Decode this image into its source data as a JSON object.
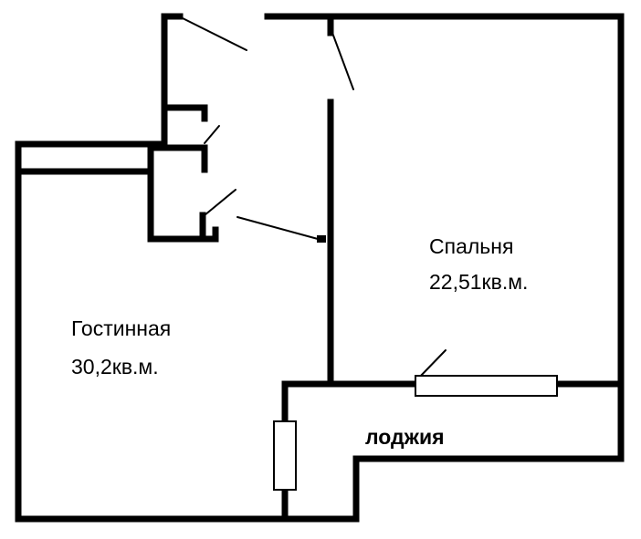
{
  "rooms": {
    "bedroom": {
      "name": "Спальня",
      "area": "22,51кв.м."
    },
    "living_room": {
      "name": "Гостинная",
      "area": "30,2кв.м."
    },
    "loggia": {
      "name": "лоджия"
    }
  },
  "colors": {
    "wall": "#000000",
    "background": "#ffffff"
  }
}
